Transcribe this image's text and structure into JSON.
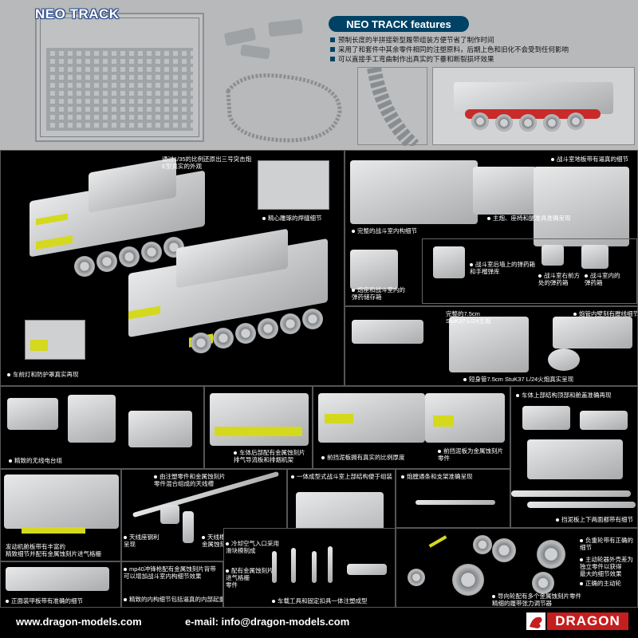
{
  "neo_track": {
    "title": "NEO TRACK",
    "features_title": "NEO TRACK features",
    "features": [
      "预制长度的半拼接新型履带组装方便节省了制作时间",
      "采用了和套件中其余零件相同的注塑原料，后期上色和旧化不会受到任何影响",
      "可以直接手工弯曲制作出真实的下垂和断裂损坏效果"
    ]
  },
  "captions": {
    "scale_intro": "通过1/35的比例还原出三号突击炮\nE型真实的外观",
    "weld_detail": "精心雕琢的焊缝细节",
    "headlight": "车前灯和防护罩真实再现",
    "interior": "完整的战斗室内构细节",
    "interior_walls": "战斗室地板带有逼真的细节",
    "seats": "主炮、座椅和腿准具准确呈现",
    "ammo_rack_wall": "战斗室后墙上的弹药箱\n和手榴弹库",
    "ammo_front": "战斗室右前方\n处的弹药箱",
    "ammo_inner": "战斗室内的\n弹药箱",
    "ammo_storage": "炮座和战斗室内的\n弹药储存箱",
    "gun_name": "完整的7.5cm\nStuK37 L/24主炮",
    "barrel_rifling": "炮管内壁刻有膛线细节",
    "short_barrel": "短身管7.5cm StuK37 L/24火炮真实呈现",
    "radio": "精致的无线电台组",
    "rear_plate": "车体后部配有金属蚀刻片\n排气导流板和排烟机架",
    "fender_thickness": "前挡泥板拥有真实的比例厚度",
    "front_fender_pe": "前挡泥板为金属蚀刻片\n零件",
    "hull_top": "车体上部结构顶部和舱盖准确再现",
    "fender_upper_lower": "挡泥板上下两面都带有细节",
    "engine_deck": "发动机舱板带有丰富的\n精致细节并配有金属蚀刻片进气格栅",
    "mixed_parts": "由注塑零件和金属蚀刻片\n零件混合组成的天线槽",
    "antenna_base": "天线座钢利\n呈现",
    "antenna_mount": "天线槽配有真实比例的\n金属蚀刻片支架",
    "one_piece_upper": "一体成型式战斗室上部结构便于组装",
    "cleaning_rod": "炮膛通条和支架准确呈现",
    "front_armor": "正面装甲板带有准确的细节",
    "mp40": "mp40冲锋枪配有金属蚀刻片背带\n可以增加战斗室内构细节效果",
    "cooling_inlet": "冷却空气入口采用\n滑块模制成",
    "pe_grille": "配有金属蚀刻片\n进气格栅\n零件",
    "interior_parts": "精致的内构细节包括逼真的内部起重钩",
    "tools": "车载工具和固定扣具一体注塑成型",
    "road_wheels": "负重轮带有正确的\n细节",
    "drive_sprocket": "主动轮器外壳差为\n独立零件以获得\n最大的细节效果",
    "sprocket_correct": "正确的主动轮",
    "idler": "导向轮配有多个金属蚀刻片零件\n精细的履带张力调节器"
  },
  "footer": {
    "website": "www.dragon-models.com",
    "email": "e-mail: info@dragon-models.com",
    "brand": "DRAGON"
  },
  "colors": {
    "accent_badge": "#004266",
    "photo_etch_highlight": "#d5d91e",
    "title_outline": "#2a4b8c"
  }
}
